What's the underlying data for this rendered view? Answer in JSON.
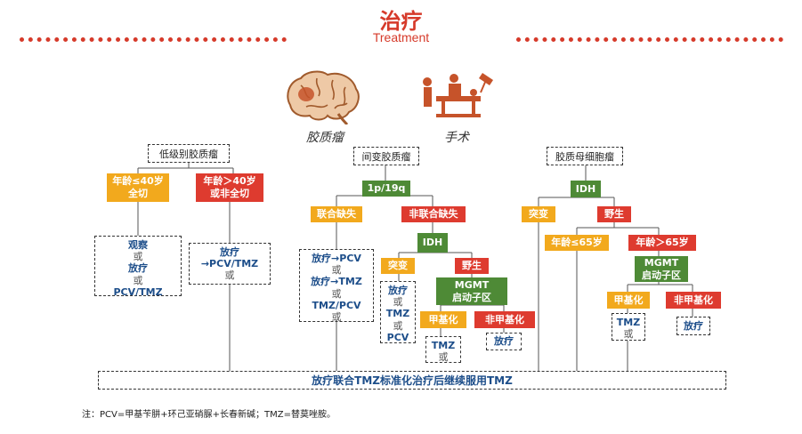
{
  "header": {
    "title_cn": "治疗",
    "title_en": "Treatment",
    "accent": "#d63a2a"
  },
  "icons": {
    "brain_icon": "brain-icon",
    "surgery_icon": "surgery-icon",
    "brain_label": "胶质瘤",
    "surgery_label": "手术"
  },
  "colors": {
    "yellow": "#f2a91d",
    "red": "#de3b2f",
    "green": "#4e8a36",
    "text_blue": "#1d4e8a"
  },
  "col1": {
    "header": "低级别胶质瘤",
    "box_a": [
      "年龄≤40岁",
      "全切"
    ],
    "box_b": [
      "年龄＞40岁",
      "或非全切"
    ],
    "out_a": [
      "观察",
      "或",
      "放疗",
      "或",
      "PCV/TMZ"
    ],
    "out_b": [
      "放疗",
      "→PCV/TMZ",
      "或"
    ]
  },
  "col2": {
    "header": "间变胶质瘤",
    "node_1p19q": "1p/19q",
    "codel": "联合缺失",
    "noncodel": "非联合缺失",
    "idh": "IDH",
    "mutant": "突变",
    "wildtype": "野生",
    "mgmt": [
      "MGMT",
      "启动子区"
    ],
    "methylated": "甲基化",
    "unmethylated": "非甲基化",
    "out_codel": [
      "放疗→PCV",
      "或",
      "放疗→TMZ",
      "或",
      "TMZ/PCV",
      "或"
    ],
    "out_mutant": [
      "放疗",
      "或",
      "TMZ",
      "或",
      "PCV"
    ],
    "out_meth": [
      "TMZ",
      "或"
    ],
    "out_unmeth": [
      "放疗"
    ]
  },
  "col3": {
    "header": "胶质母细胞瘤",
    "idh": "IDH",
    "mutant": "突变",
    "wildtype": "野生",
    "age_le": "年龄≤65岁",
    "age_gt": "年龄＞65岁",
    "mgmt": [
      "MGMT",
      "启动子区"
    ],
    "methylated": "甲基化",
    "unmethylated": "非甲基化",
    "out_meth": [
      "TMZ",
      "或"
    ],
    "out_unmeth": [
      "放疗"
    ]
  },
  "bottom": "放疗联合TMZ标准化治疗后继续服用TMZ",
  "note": "注：PCV=甲基苄肼+环己亚硝脲+长春新碱；TMZ=替莫唑胺。"
}
